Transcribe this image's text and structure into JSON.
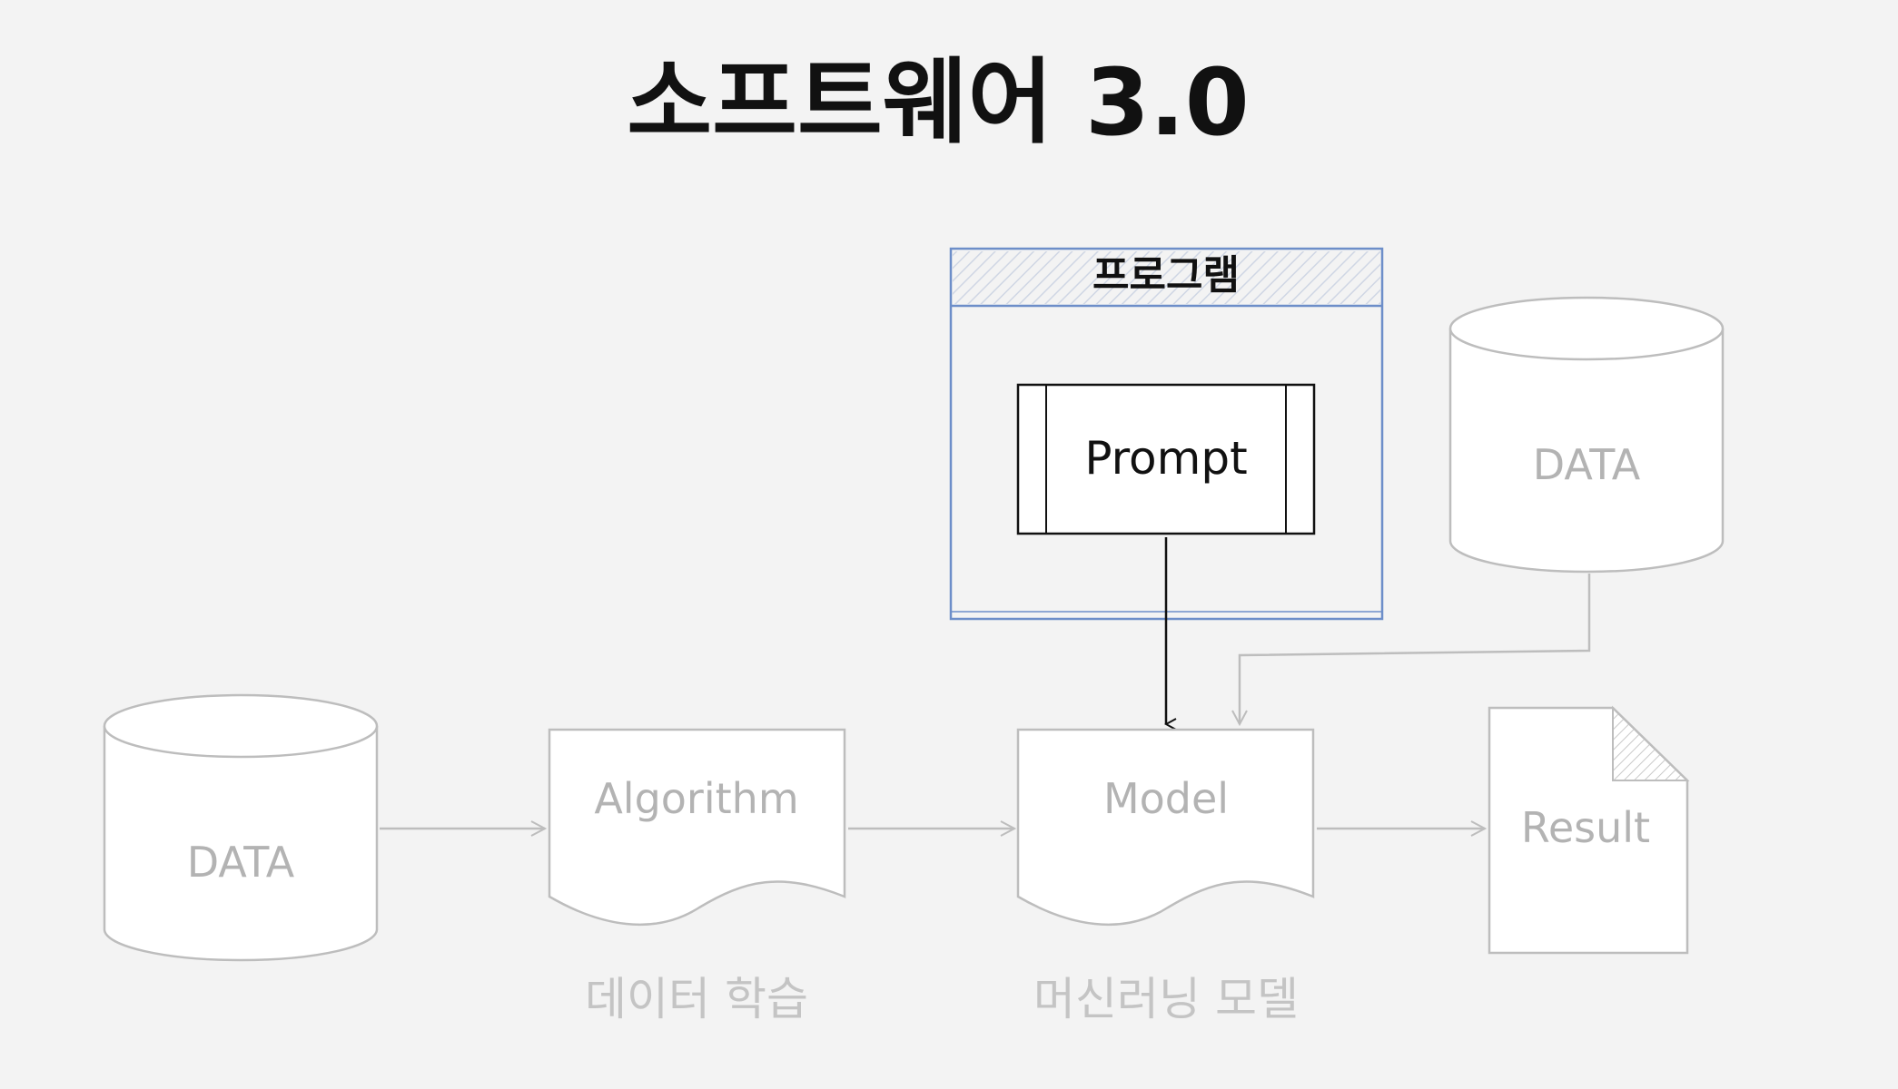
{
  "title": "소프트웨어 3.0",
  "program": {
    "header": "프로그램",
    "prompt": "Prompt",
    "accent": "#6d8ec9"
  },
  "nodes": {
    "data_left": "DATA",
    "data_right": "DATA",
    "algorithm": "Algorithm",
    "model": "Model",
    "result": "Result"
  },
  "captions": {
    "algorithm": "데이터 학습",
    "model": "머신러닝 모델"
  },
  "colors": {
    "background": "#f3f3f3",
    "ink": "#111111",
    "faded": "#bdbdbd",
    "faded_text": "#b3b3b3"
  }
}
